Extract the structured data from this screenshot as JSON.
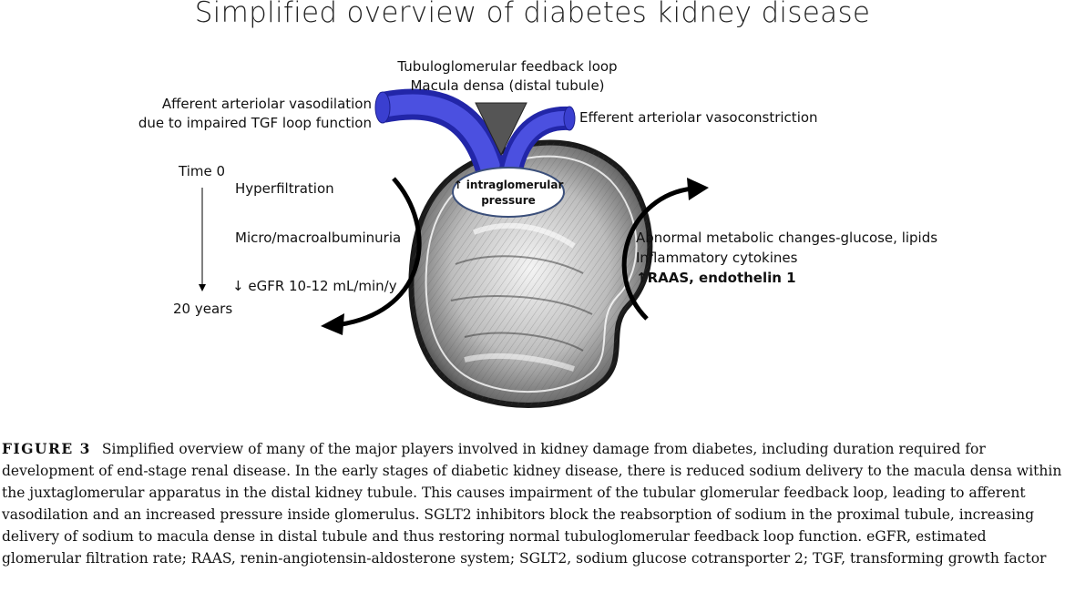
{
  "title": "Simplified overview of diabetes kidney disease",
  "labels": {
    "tgf_line1": "Tubuloglomerular feedback loop",
    "tgf_line2": "Macula densa (distal tubule)",
    "afferent_line1": "Afferent arteriolar vasodilation",
    "afferent_line2": "due to impaired TGF loop function",
    "efferent": "Efferent arteriolar vasoconstriction",
    "pressure_line1": "↑ intraglomerular",
    "pressure_line2": "pressure",
    "time0": "Time 0",
    "time_end": "20 years",
    "hyperfiltration": "Hyperfiltration",
    "albuminuria": "Micro/macroalbuminuria",
    "egfr": "↓ eGFR 10-12 mL/min/y",
    "metabolic": "Abnormal metabolic changes-glucose, lipids",
    "cytokines": "Inflammatory cytokines",
    "raas": "↑RAAS, endothelin 1"
  },
  "caption": {
    "figure_label": "FIGURE 3",
    "text": "Simplified overview of many of the major players involved in kidney damage from diabetes, including duration required for development of end-stage renal disease. In the early stages of diabetic kidney disease, there is reduced sodium delivery to the macula densa within the juxtaglomerular apparatus in the distal kidney tubule. This causes impairment of the tubular glomerular feedback loop, leading to afferent vasodilation and an increased pressure inside glomerulus. SGLT2 inhibitors block the reabsorption of sodium in the proximal tubule, increasing delivery of sodium to macula dense in distal tubule and thus restoring normal tubuloglomerular feedback loop function. eGFR, estimated glomerular filtration rate; RAAS, renin-angiotensin-aldosterone system; SGLT2, sodium glucose cotransporter 2; TGF, transforming growth factor"
  },
  "colors": {
    "arteriole": "#3a3fd0",
    "arteriole_dark": "#2226a8",
    "triangle": "#555555",
    "arrow": "#000000"
  }
}
